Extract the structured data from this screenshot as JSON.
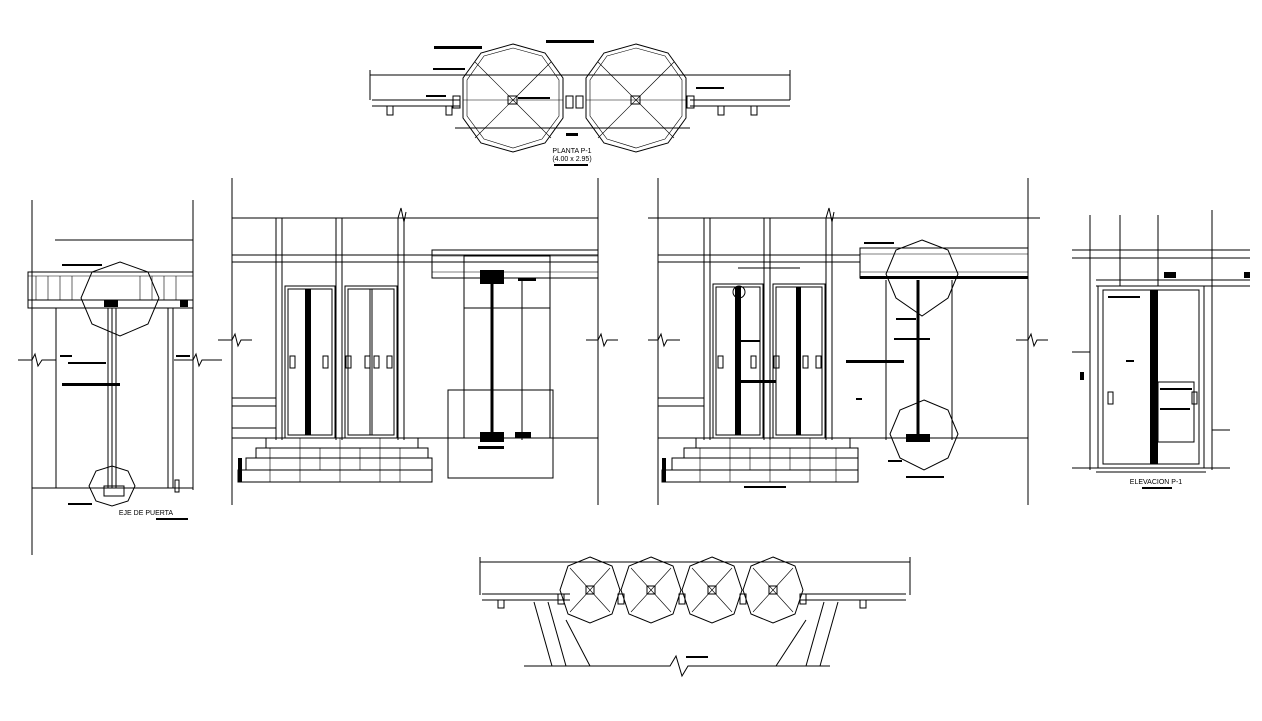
{
  "labels": {
    "plan_title": "PLANTA P-1",
    "plan_size": "(4.00 x 2.95)",
    "door_axis": "EJE DE PUERTA",
    "elevation_title": "ELEVACION P-1"
  },
  "colors": {
    "background": "#ffffff",
    "linework": "#000000"
  }
}
